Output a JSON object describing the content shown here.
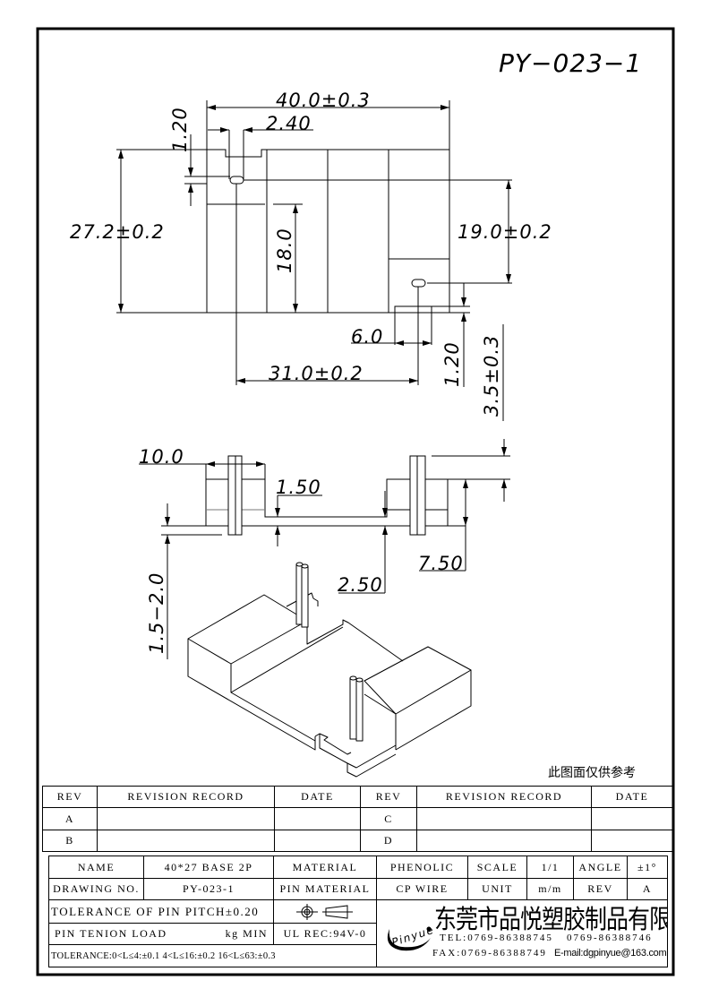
{
  "drawing_id": "PY−023−1",
  "dimensions": {
    "overall_length": "40.0±0.3",
    "notch_width": "2.40",
    "pin_offset_top": "1.20",
    "overall_width": "27.2±0.2",
    "inner_width": "18.0",
    "pin_spacing_y": "19.0±0.2",
    "tab_width": "6.0",
    "pin_spacing_x": "31.0±0.2",
    "tab_offset": "1.20",
    "pin_height": "3.5±0.3",
    "block_width": "10.0",
    "channel_depth": "1.50",
    "base_thickness": "2.50",
    "block_height": "7.50",
    "pin_below": "1.5−2.0"
  },
  "reference_note": "此图面仅供参考",
  "revision_table": {
    "headers": [
      "REV",
      "REVISION RECORD",
      "DATE",
      "REV",
      "REVISION RECORD",
      "DATE"
    ],
    "rows": [
      [
        "A",
        "",
        "",
        "C",
        "",
        ""
      ],
      [
        "B",
        "",
        "",
        "D",
        "",
        ""
      ]
    ]
  },
  "title_block": {
    "name_label": "NAME",
    "name_value": "40*27 BASE 2P",
    "material_label": "MATERIAL",
    "material_value": "PHENOLIC",
    "scale_label": "SCALE",
    "scale_value": "1/1",
    "angle_label": "ANGLE",
    "angle_value": "±1°",
    "drawing_no_label": "DRAWING NO.",
    "drawing_no_value": "PY-023-1",
    "pin_material_label": "PIN MATERIAL",
    "pin_material_value": "CP WIRE",
    "unit_label": "UNIT",
    "unit_value": "m/m",
    "rev_label": "REV",
    "rev_value": "A",
    "pin_pitch_tolerance": "TOLERANCE OF PIN PITCH±0.20",
    "pin_tension_label": "PIN TENION LOAD",
    "pin_tension_unit": "kg MIN",
    "ul_rec": "UL REC:94V-0",
    "tolerance": "TOLERANCE:0<L≤4:±0.1  4<L≤16:±0.2  16<L≤63:±0.3"
  },
  "company": {
    "logo_text": "Pinyue",
    "name": "东莞市品悦塑胶制品有限公司",
    "tel": "TEL:0769-86388745",
    "tel2": "0769-86388746",
    "fax": "FAX:0769-86388749",
    "email": "E-mail:dgpinyue@163.com"
  }
}
